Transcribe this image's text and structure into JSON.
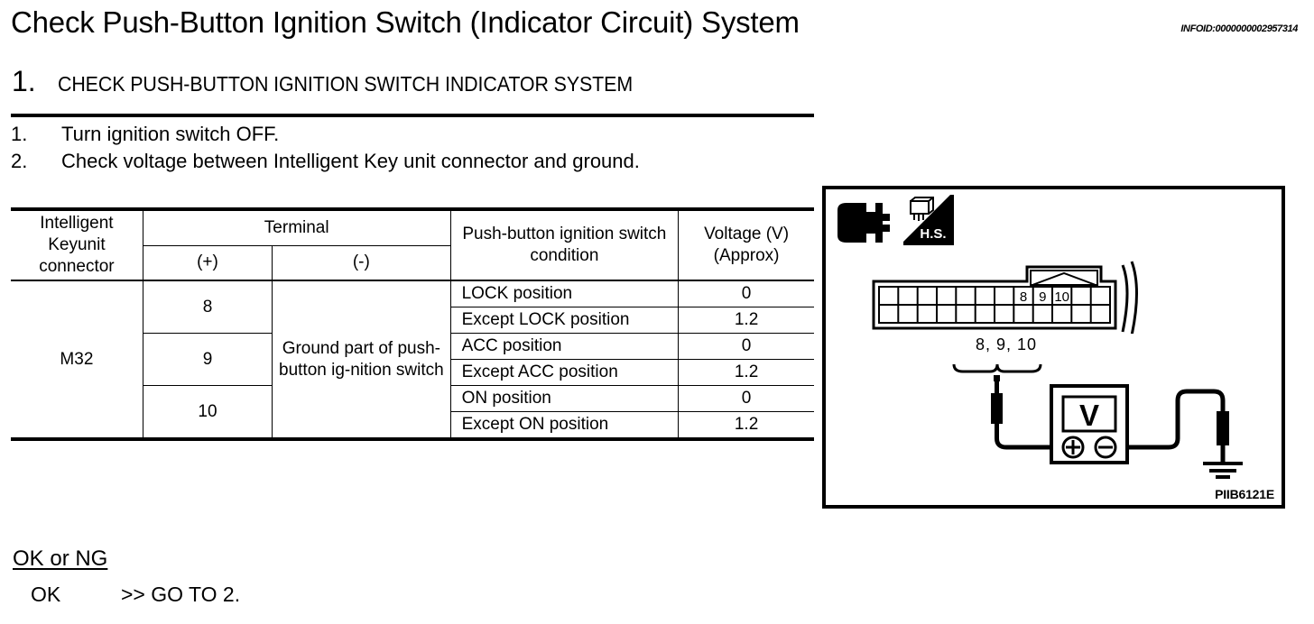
{
  "header": {
    "title": "Check Push-Button Ignition Switch (Indicator Circuit) System",
    "infoid": "INFOID:0000000002957314"
  },
  "step_heading": {
    "number": "1.",
    "text": "CHECK PUSH-BUTTON IGNITION SWITCH INDICATOR SYSTEM"
  },
  "procedure": [
    {
      "marker": "1.",
      "text": "Turn ignition switch OFF."
    },
    {
      "marker": "2.",
      "text": "Check voltage between Intelligent Key unit connector and ground."
    }
  ],
  "table": {
    "headers": {
      "connector": "Intelligent Keyunit connector",
      "terminal": "Terminal",
      "terminal_plus": "(+)",
      "terminal_minus": "(-)",
      "condition": "Push-button ignition switch condition",
      "voltage": "Voltage (V) (Approx)"
    },
    "connector_value": "M32",
    "negative_value": "Ground part of push-button ig-nition switch",
    "terminals": [
      "8",
      "9",
      "10"
    ],
    "rows": [
      {
        "condition": "LOCK position",
        "voltage": "0"
      },
      {
        "condition": "Except LOCK position",
        "voltage": "1.2"
      },
      {
        "condition": "ACC position",
        "voltage": "0"
      },
      {
        "condition": "Except ACC position",
        "voltage": "1.2"
      },
      {
        "condition": "ON position",
        "voltage": "0"
      },
      {
        "condition": "Except ON position",
        "voltage": "1.2"
      }
    ]
  },
  "result": {
    "heading": "OK or NG",
    "label": "OK",
    "action": ">> GO TO 2."
  },
  "figure": {
    "hs_label": "H.S.",
    "meter_symbol": "V",
    "probe_positive": "+",
    "probe_negative": "-",
    "pin_callout": "8, 9, 10",
    "connector_pins": [
      "",
      "",
      "",
      "",
      "",
      "",
      "",
      "8",
      "9",
      "10",
      "",
      ""
    ],
    "figure_id": "PIIB6121E"
  },
  "colors": {
    "ink": "#000000",
    "paper": "#ffffff"
  }
}
